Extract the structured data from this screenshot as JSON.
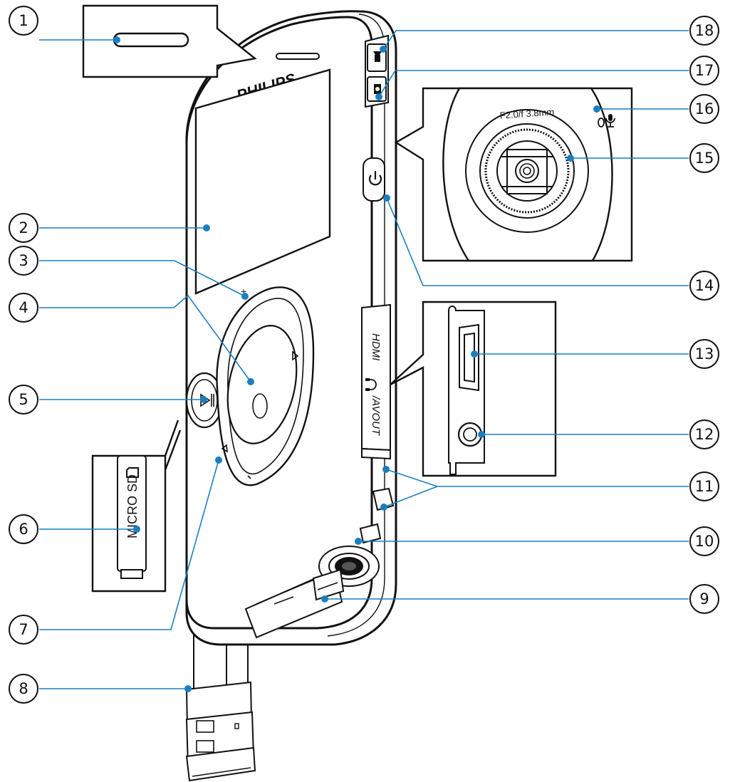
{
  "colors": {
    "leader": "#1a7fc1",
    "outline": "#111111",
    "background": "#ffffff"
  },
  "device": {
    "brand": "PHILIPS",
    "lens_text": "F2.0/f 3.8mm",
    "port_label_hdmi": "HDMI",
    "port_label_avout": "/AVOUT",
    "card_label": "MICRO SD"
  },
  "icons": {
    "video_mode": "video-camera-icon",
    "photo_mode": "photo-camera-icon",
    "power": "power-icon",
    "microphone": "microphone-icon",
    "play_pause": "play-pause-icon",
    "headphones": "headphones-icon",
    "sd_card": "sd-card-icon"
  },
  "callouts": [
    {
      "id": 1,
      "label": "1"
    },
    {
      "id": 2,
      "label": "2"
    },
    {
      "id": 3,
      "label": "3"
    },
    {
      "id": 4,
      "label": "4"
    },
    {
      "id": 5,
      "label": "5"
    },
    {
      "id": 6,
      "label": "6"
    },
    {
      "id": 7,
      "label": "7"
    },
    {
      "id": 8,
      "label": "8"
    },
    {
      "id": 9,
      "label": "9"
    },
    {
      "id": 10,
      "label": "10"
    },
    {
      "id": 11,
      "label": "11"
    },
    {
      "id": 12,
      "label": "12"
    },
    {
      "id": 13,
      "label": "13"
    },
    {
      "id": 14,
      "label": "14"
    },
    {
      "id": 15,
      "label": "15"
    },
    {
      "id": 16,
      "label": "16"
    },
    {
      "id": 17,
      "label": "17"
    },
    {
      "id": 18,
      "label": "18"
    }
  ]
}
